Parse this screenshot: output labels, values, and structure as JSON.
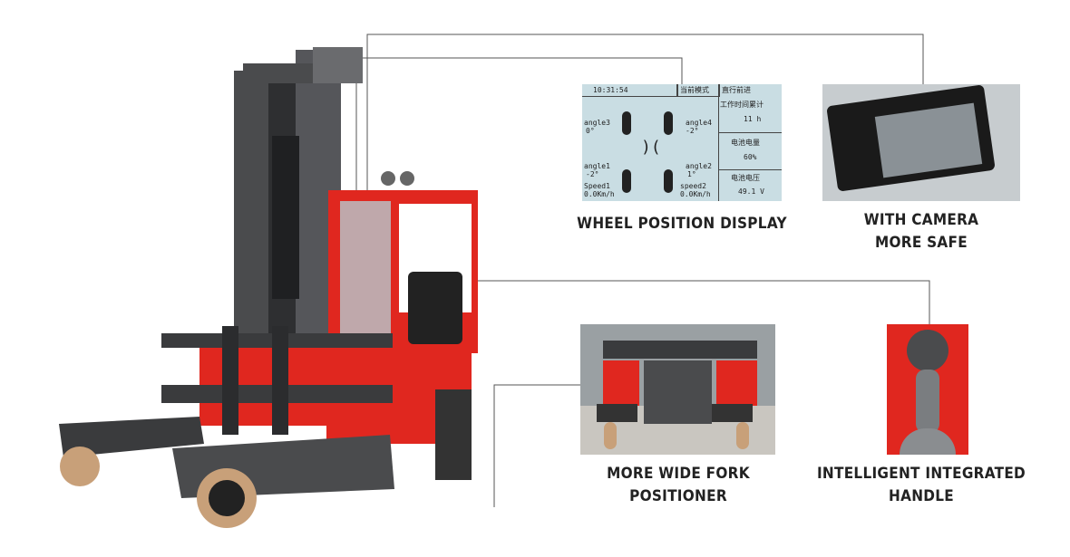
{
  "features": [
    {
      "id": "wheel",
      "lines": [
        "WHEEL POSITION DISPLAY"
      ]
    },
    {
      "id": "camera",
      "lines": [
        "WITH CAMERA",
        "MORE SAFE"
      ]
    },
    {
      "id": "fork",
      "lines": [
        "MORE WIDE FORK",
        "POSITIONER"
      ]
    },
    {
      "id": "handle",
      "lines": [
        "INTELLIGENT INTEGRATED",
        "HANDLE"
      ]
    }
  ],
  "wheel_display": {
    "time": "10:31:54",
    "mode_label": "当前模式",
    "mode_value": "直行前进",
    "angle3": "angle3",
    "angle3_val": "0°",
    "angle4": "angle4",
    "angle4_val": "-2°",
    "angle1": "angle1",
    "angle1_val": "-2°",
    "angle2": "angle2",
    "angle2_val": "1°",
    "speed1": "Speed1",
    "speed1_val": "0.0Km/h",
    "speed2": "speed2",
    "speed2_val": "0.0Km/h",
    "work_time_label": "工作时间累计",
    "work_time_val": "11 h",
    "battery_level_label": "电池电量",
    "battery_level_val": "60%",
    "battery_voltage_label": "电池电压",
    "battery_voltage_val": "49.1 V"
  },
  "colors": {
    "body_red": "#e0271f",
    "frame_dark": "#3a3b3d",
    "line": "#555555"
  }
}
